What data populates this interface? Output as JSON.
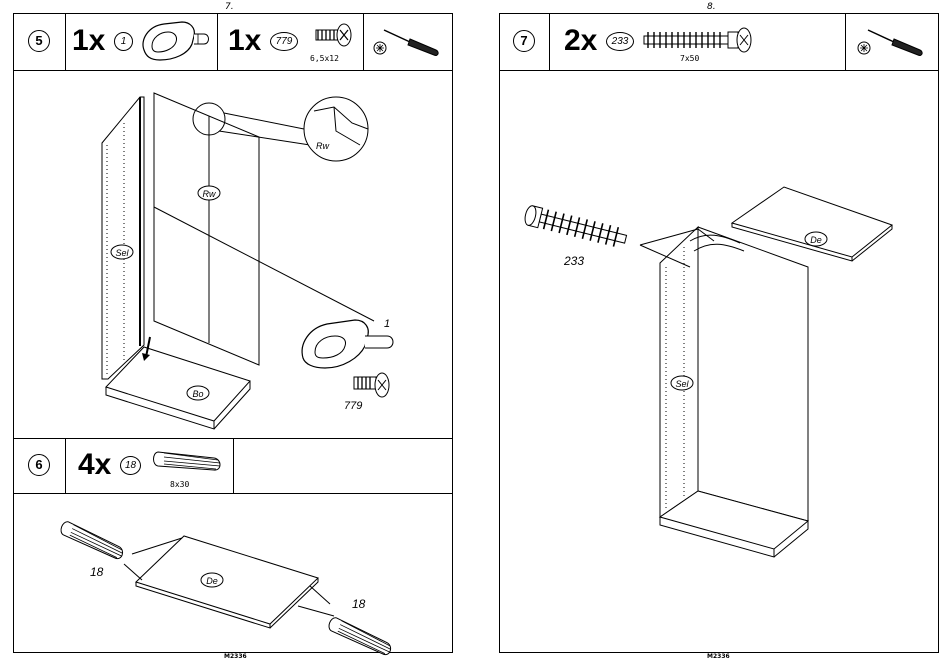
{
  "pages": [
    {
      "page_number": "7.",
      "footer": "M2336",
      "steps": [
        {
          "number": "5",
          "parts": [
            {
              "quantity": "1x",
              "part_id": "1",
              "dimension": ""
            },
            {
              "quantity": "1x",
              "part_id": "779",
              "dimension": "6,5x12"
            }
          ],
          "tool": "screwdriver-icon",
          "callouts": {
            "rear_wall": "Rw",
            "side": "Sel",
            "bottom": "Bo",
            "part_1": "1",
            "part_779": "779",
            "detail_rw": "Rw"
          }
        },
        {
          "number": "6",
          "parts": [
            {
              "quantity": "4x",
              "part_id": "18",
              "dimension": "8x30"
            }
          ],
          "callouts": {
            "panel": "De",
            "dowel_left": "18",
            "dowel_right": "18"
          }
        }
      ]
    },
    {
      "page_number": "8.",
      "footer": "M2336",
      "steps": [
        {
          "number": "7",
          "parts": [
            {
              "quantity": "2x",
              "part_id": "233",
              "dimension": "7x50"
            }
          ],
          "tool": "screwdriver-icon",
          "callouts": {
            "screw": "233",
            "top": "De",
            "side": "Sel"
          }
        }
      ]
    }
  ]
}
